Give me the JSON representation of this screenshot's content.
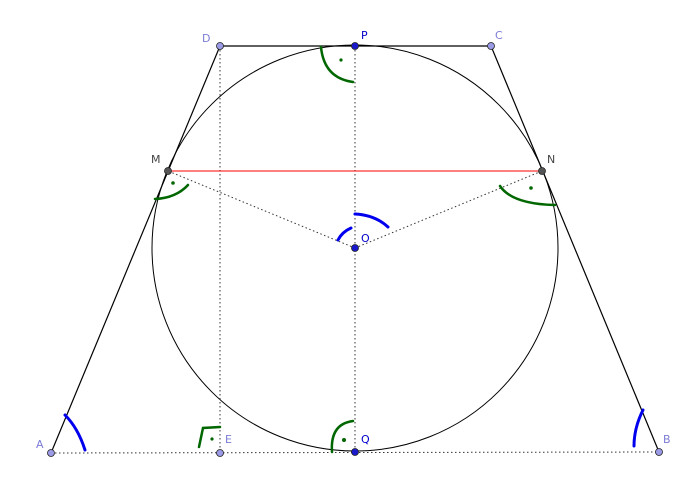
{
  "diagram": {
    "points": {
      "A": {
        "label": "A",
        "color": "#7b7bd6"
      },
      "B": {
        "label": "B",
        "color": "#7b7bd6"
      },
      "C": {
        "label": "C",
        "color": "#7b7bd6"
      },
      "D": {
        "label": "D",
        "color": "#7b7bd6"
      },
      "E": {
        "label": "E",
        "color": "#7b7bd6"
      },
      "P": {
        "label": "P",
        "color": "#0000cc"
      },
      "Q": {
        "label": "Q",
        "color": "#0000cc"
      },
      "O": {
        "label": "O",
        "color": "#0000cc"
      },
      "M": {
        "label": "M",
        "color": "#444444"
      },
      "N": {
        "label": "N",
        "color": "#444444"
      }
    },
    "colors": {
      "outline": "#000000",
      "chord": "#ff0000",
      "dotted": "#333333",
      "angle_blue": "#0000ee",
      "angle_green": "#006600"
    }
  }
}
